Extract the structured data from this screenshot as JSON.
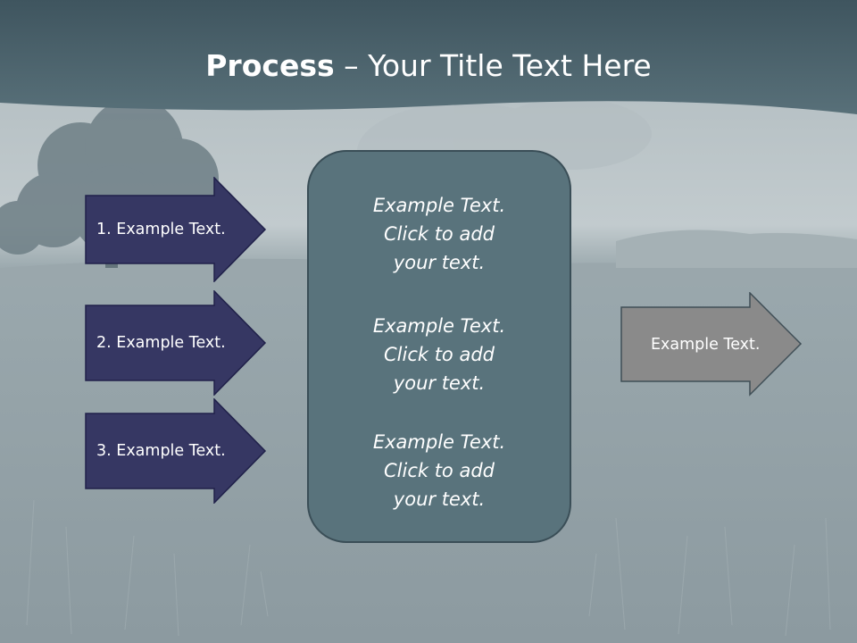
{
  "title": {
    "bold": "Process",
    "rest": " – Your Title Text Here"
  },
  "left_arrows": [
    {
      "label": "1. Example Text."
    },
    {
      "label": "2. Example Text."
    },
    {
      "label": "3. Example Text."
    }
  ],
  "center_box": {
    "blocks": [
      {
        "lines": [
          "Example Text.",
          "Click  to add",
          "your text."
        ]
      },
      {
        "lines": [
          "Example Text.",
          "Click  to add",
          "your text."
        ]
      },
      {
        "lines": [
          "Example Text.",
          "Click  to add",
          "your text."
        ]
      }
    ]
  },
  "right_arrow": {
    "label": "Example Text."
  },
  "colors": {
    "header": "#4b636d",
    "left_arrow_fill": "#363763",
    "center_box_fill": "#59737c",
    "right_arrow_fill": "#8a8a8a"
  }
}
